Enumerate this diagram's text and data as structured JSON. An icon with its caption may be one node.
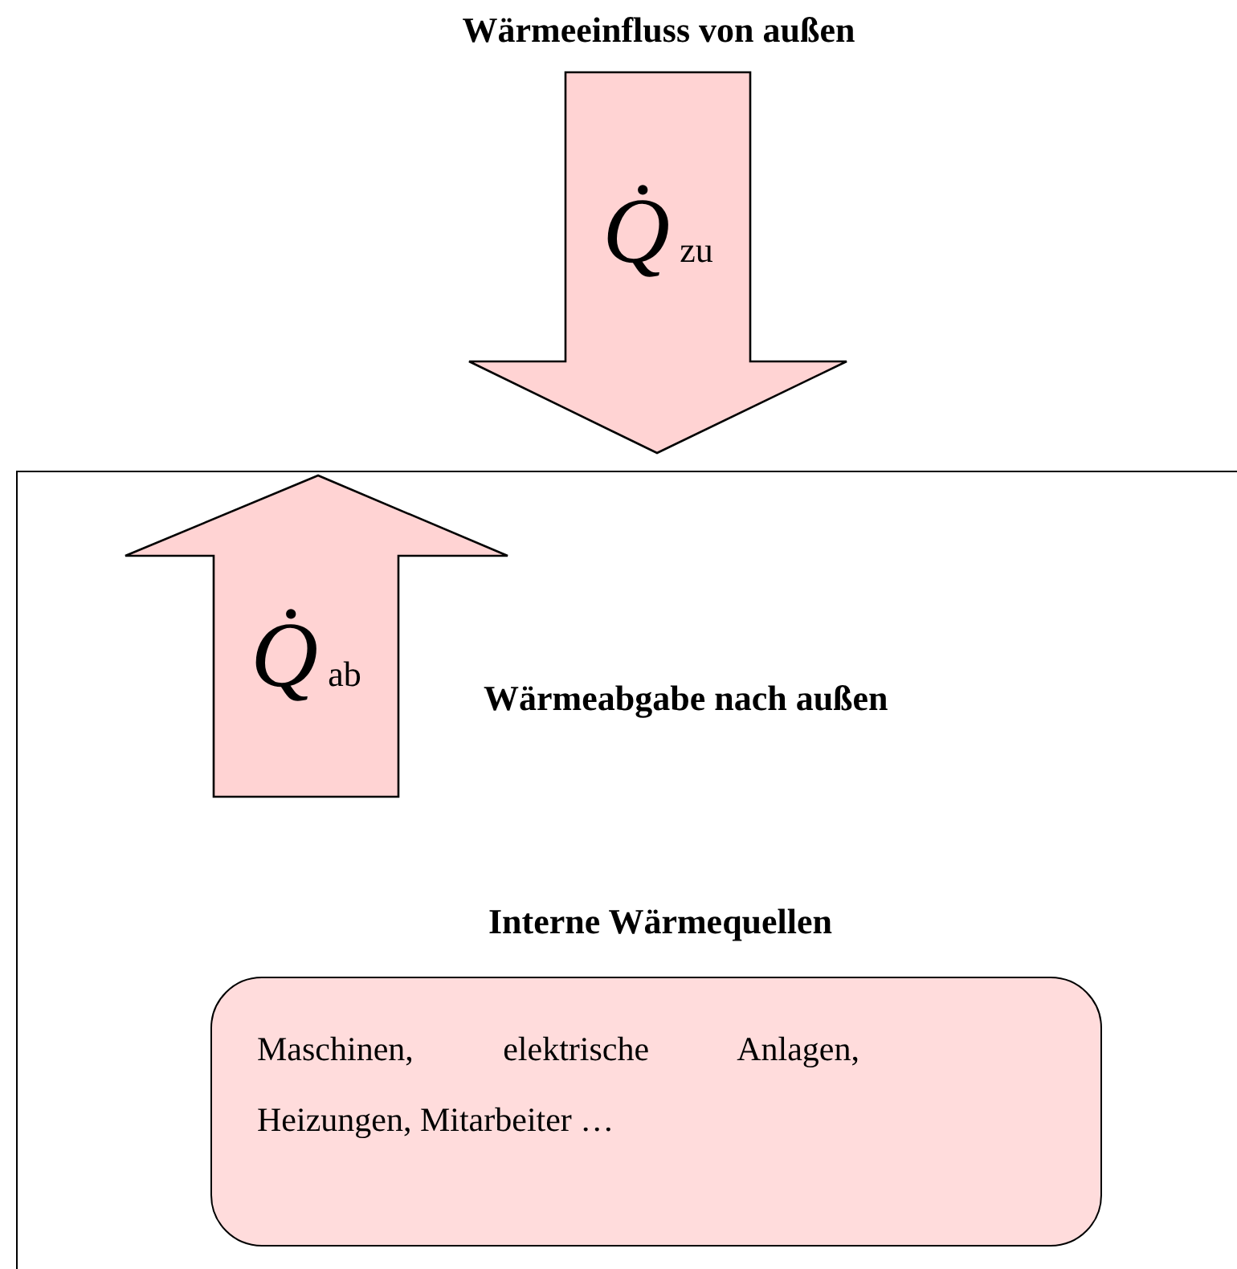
{
  "diagram": {
    "nodes": [
      {
        "text": [
          "Wärmeeinfluss von außen",
          "Q̇$_{zu}$"
        ]
      },
      {
        "text": [],
        "shape": "box"
      },
      {
        "text": [
          "Q̇$_{ab}$"
        ],
        "beside": [
          "Wärmeabgabe nach außen"
        ],
        "in": 1
      },
      {
        "text": [
          "Interne Wärmequellen",
          "Maschinen, elektrische Anlagen, Heizungen, Mitarbeiter …"
        ],
        "in": 1
      }
    ]
  }
}
